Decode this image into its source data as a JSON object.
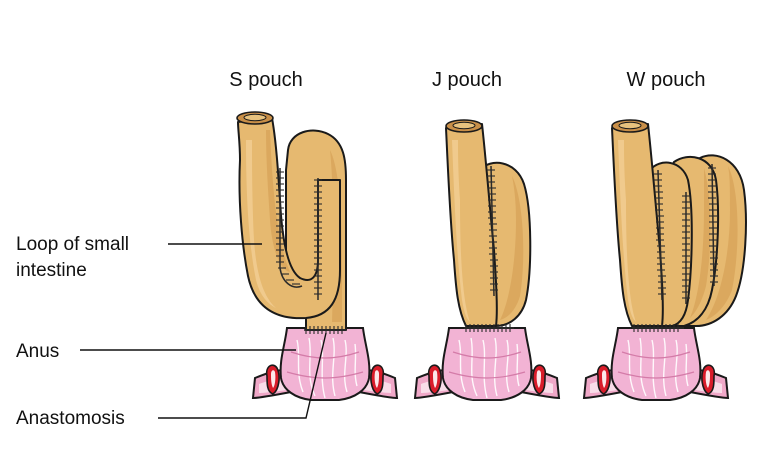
{
  "pouch_titles": {
    "s": "S pouch",
    "j": "J pouch",
    "w": "W pouch"
  },
  "callouts": {
    "loop_line1": "Loop of small",
    "loop_line2": "intestine",
    "anus": "Anus",
    "anastomosis": "Anastomosis"
  },
  "colors": {
    "bowel": "#e6b970",
    "anal_canal": "#f2b3d4",
    "sphincter": "#d91c2a"
  }
}
